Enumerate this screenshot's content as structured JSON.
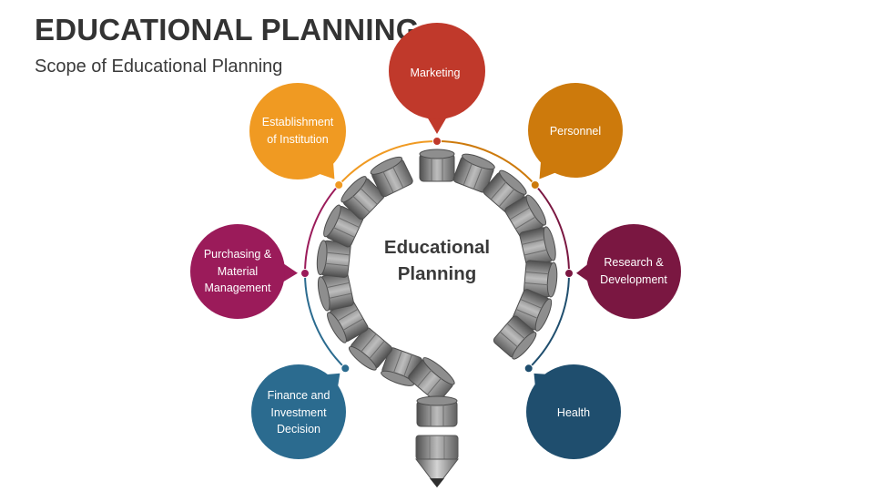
{
  "title": "EDUCATIONAL PLANNING",
  "subtitle": "Scope of Educational Planning",
  "center": "Educational\nPlanning",
  "nodes": [
    {
      "label": "Marketing",
      "color": "#c0392b"
    },
    {
      "label": "Personnel",
      "color": "#cd7a0c"
    },
    {
      "label": "Research &\nDevelopment",
      "color": "#7a1741"
    },
    {
      "label": "Health",
      "color": "#1f4e6e"
    },
    {
      "label": "Finance and\nInvestment\nDecision",
      "color": "#2b6b8f"
    },
    {
      "label": "Purchasing &\nMaterial\nManagement",
      "color": "#9b1b5a"
    },
    {
      "label": "Establishment\nof Institution",
      "color": "#f09a22"
    }
  ],
  "icons": {
    "pencil": "pencil-icon",
    "pencil_segment": "pencil-segment-icon"
  }
}
